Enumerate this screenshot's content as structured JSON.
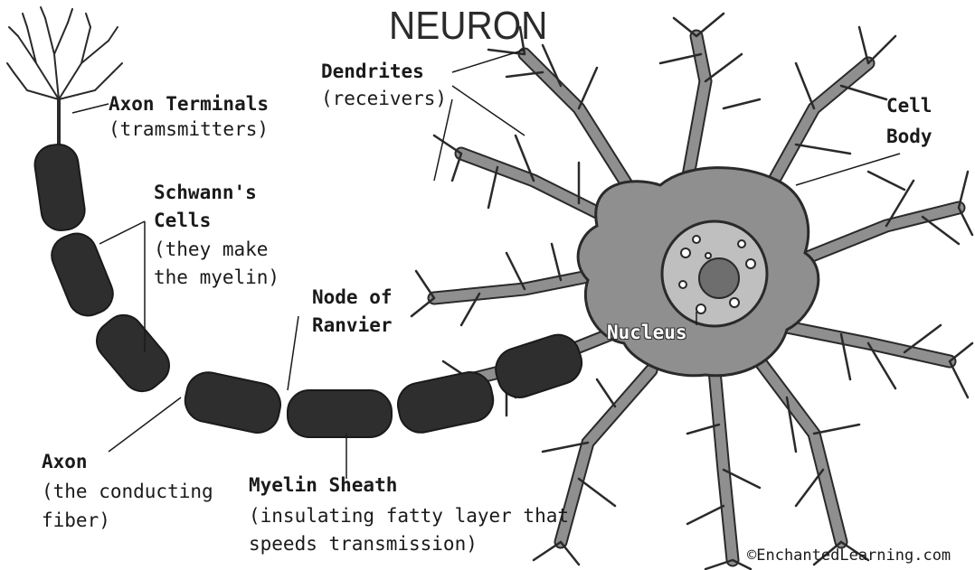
{
  "title": "NEURON",
  "labels": {
    "axon_terminals": {
      "name": "Axon Terminals",
      "desc": "(tramsmitters)"
    },
    "dendrites": {
      "name": "Dendrites",
      "desc": "(receivers)"
    },
    "cell_body": {
      "line1": "Cell",
      "line2": "Body"
    },
    "schwanns_cells": {
      "line1": "Schwann's",
      "line2": "Cells",
      "desc1": "(they make",
      "desc2": "the myelin)"
    },
    "node_of_ranvier": {
      "line1": "Node of",
      "line2": "Ranvier"
    },
    "nucleus": "Nucleus",
    "axon": {
      "name": "Axon",
      "desc1": "(the conducting",
      "desc2": "fiber)"
    },
    "myelin_sheath": {
      "name": "Myelin Sheath",
      "desc1": "(insulating fatty layer that",
      "desc2": "speeds transmission)"
    }
  },
  "copyright": "©EnchantedLearning.com",
  "colors": {
    "cell_body": "#8f8f8f",
    "dendrite_outline": "#2a2a2a",
    "myelin": "#2e2e2e",
    "nucleus_ring": "#bfbfbf",
    "nucleolus": "#6e6e6e"
  }
}
